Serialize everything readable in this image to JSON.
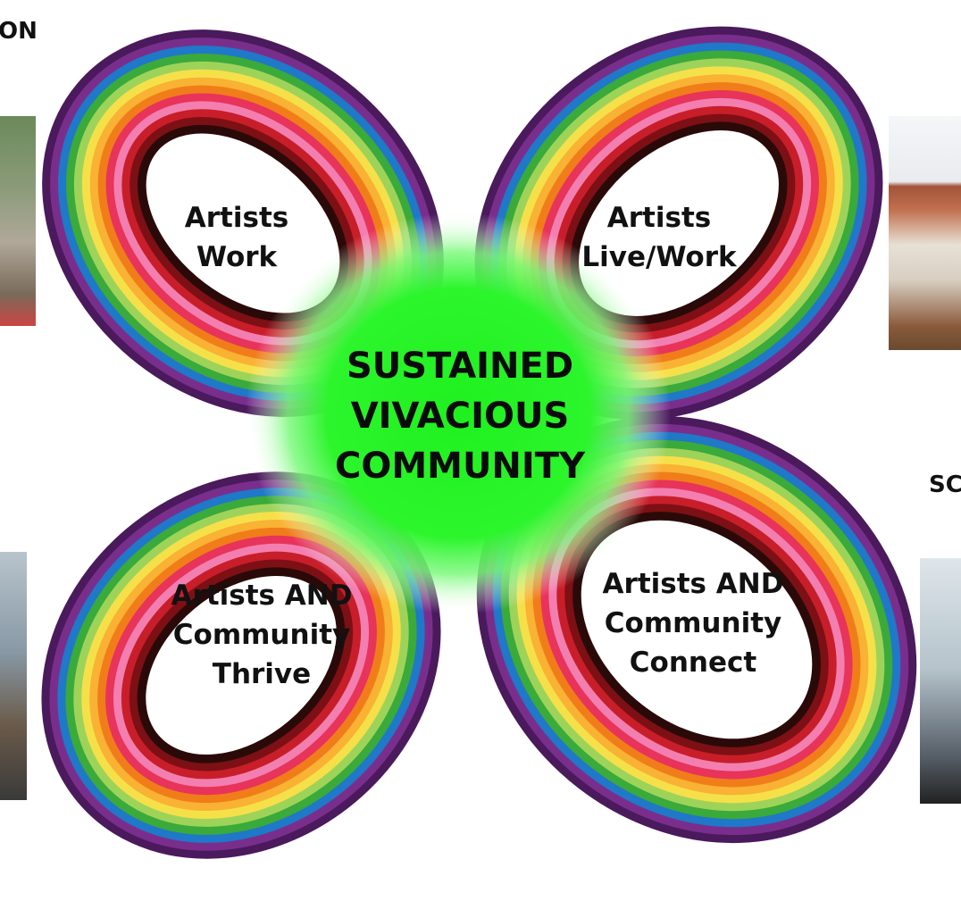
{
  "corner_labels": {
    "top_left": "ON",
    "right": "SC"
  },
  "petals": {
    "top_left": {
      "line1": "Artists",
      "line2": "Work"
    },
    "top_right": {
      "line1": "Artists",
      "line2": "Live/Work"
    },
    "bottom_left": {
      "line1": "Artists AND",
      "line2": "Community",
      "line3": "Thrive"
    },
    "bottom_right": {
      "line1": "Artists AND",
      "line2": "Community",
      "line3": "Connect"
    }
  },
  "center": {
    "line1": "SUSTAINED",
    "line2": "VIVACIOUS",
    "line3": "COMMUNITY",
    "color": "#2cf52c"
  },
  "ribbon_colors": [
    "#4a1a5c",
    "#7a2e8c",
    "#1f78c8",
    "#3aaa3a",
    "#9ed35a",
    "#f6e04a",
    "#f9b233",
    "#f07d1a",
    "#e8335a",
    "#f27fb0",
    "#c81e2a",
    "#7d1014",
    "#2a0a08"
  ],
  "photos": [
    "street-scene-photo",
    "building-facade-photo",
    "storefront-photo",
    "sidewalk-photo"
  ]
}
